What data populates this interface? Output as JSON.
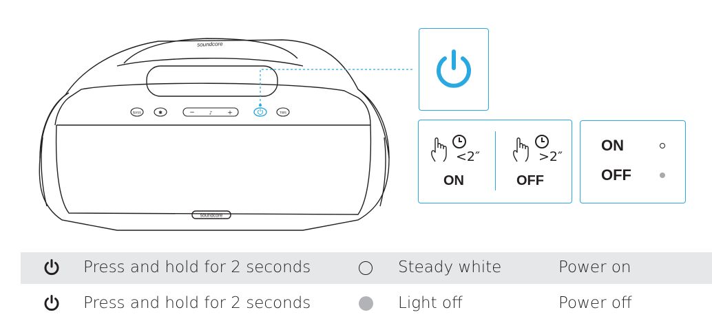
{
  "speaker": {
    "brand_top": "soundcore",
    "brand_front": "soundcore",
    "buttons": [
      "eq-button",
      "bluetooth-button",
      "volume-rocker",
      "power-button",
      "twe-button"
    ],
    "btn_eq": "BASS",
    "btn_twe": "TWS"
  },
  "power_callout": {
    "icon": "power-icon",
    "color": "#29a9e0"
  },
  "press_box": {
    "short": {
      "duration": "<2″",
      "label": "ON"
    },
    "long": {
      "duration": ">2″",
      "label": "OFF"
    }
  },
  "led_box": {
    "on_label": "ON",
    "off_label": "OFF"
  },
  "table": {
    "rows": [
      {
        "action": "Press and hold for 2 seconds",
        "led": "Steady white",
        "result": "Power on",
        "shaded": true
      },
      {
        "action": "Press and hold for 2 seconds",
        "led": "Light off",
        "result": "Power off",
        "shaded": false
      }
    ]
  }
}
